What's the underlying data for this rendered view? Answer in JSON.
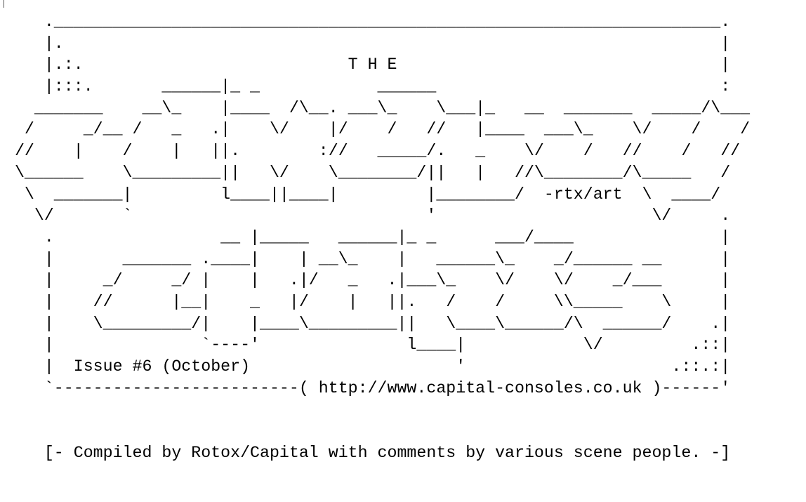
{
  "art_lines": [
    "    .____________________________________________________________________.",
    "    |.                                                                   |",
    "    |.:.                           T H E                                 |",
    "    |:::.       ______|_ _            ______                             :",
    "   _______    __\\_    |____  /\\__. ___\\_    \\___|_   __  _______  _____/\\___",
    "  /     _/__ /   _   .|    \\/    |/    /   //   |____  ___\\_    \\/    /    /",
    " //    |    /    |   ||.        ://   _____/.   _    \\/    /   //    /   //",
    " \\______    \\_________||   \\/    \\________/||   |   //\\________/\\_____   /",
    "  \\  _______|         l____||____|         |________/  -rtx/art  \\  ____/",
    "   \\/       `                              '                      \\/     .",
    "    .                 __ |_____   ______|_ _      ___/____               |",
    "    |       _______ .____|    | __\\_    |   ______\\_    _/______ __      |",
    "    |     _/     _/ |    |   .|/   _   .|___\\_    \\/    \\/    _/___      |",
    "    |    //      |__|    _   |/    |   ||.   /    /     \\\\_____    \\     |",
    "    |    \\_________/|    |____\\_________||   \\____\\______/\\  ______/    .|",
    "    |               `----'               l____|            \\/         .::|",
    "    |  Issue #6 (October)                     '                     .::.:|",
    "    `-------------------------( http://www.capital-consoles.co.uk )------'",
    "",
    "",
    "    [- Compiled by Rotox/Capital with comments by various scene people. -]"
  ]
}
